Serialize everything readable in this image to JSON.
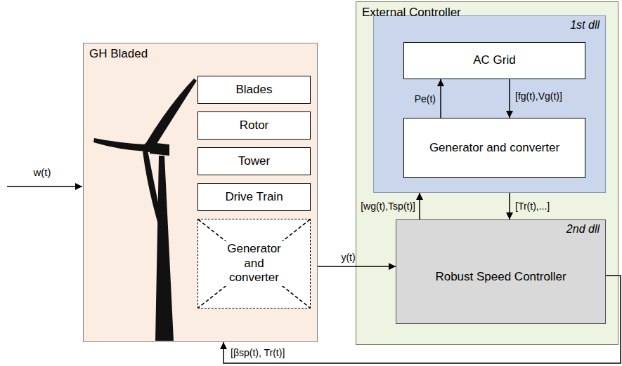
{
  "diagram": {
    "nodes": [
      {
        "text": [
          "GH Bladed"
        ]
      },
      {
        "text": [
          "Blades"
        ],
        "in": 0
      },
      {
        "text": [
          "Rotor"
        ],
        "in": 0
      },
      {
        "text": [
          "Tower"
        ],
        "in": 0
      },
      {
        "text": [
          "Drive Train"
        ],
        "in": 0
      },
      {
        "text": [
          "Generator and converter"
        ],
        "in": 0
      },
      {
        "text": [
          "External Controller"
        ]
      },
      {
        "text": [
          "1st dll"
        ],
        "in": 6
      },
      {
        "text": [
          "AC Grid"
        ],
        "in": 7
      },
      {
        "text": [
          "Generator and converter"
        ],
        "in": 7
      },
      {
        "text": [
          "2nd dll",
          "Robust Speed Controller"
        ],
        "in": 6
      }
    ],
    "edges": [
      {
        "from": 9,
        "to": 8,
        "arrow": "to",
        "label": "Pe(t)"
      },
      {
        "from": 8,
        "to": 9,
        "arrow": "to",
        "label": "[fg(t),Vg(t)]"
      },
      {
        "from": 10,
        "to": 7,
        "arrow": "to",
        "label": "[wg(t),Tsp(t)]"
      },
      {
        "from": 7,
        "to": 10,
        "arrow": "to",
        "label": "[Tr(t),...]"
      },
      {
        "from": 0,
        "to": 10,
        "arrow": "to",
        "label": "y(t)"
      },
      {
        "from": 10,
        "to": 0,
        "arrow": "to",
        "label": "[βsp(t), Tr(t)]"
      }
    ],
    "labels": [
      "w(t)"
    ]
  }
}
